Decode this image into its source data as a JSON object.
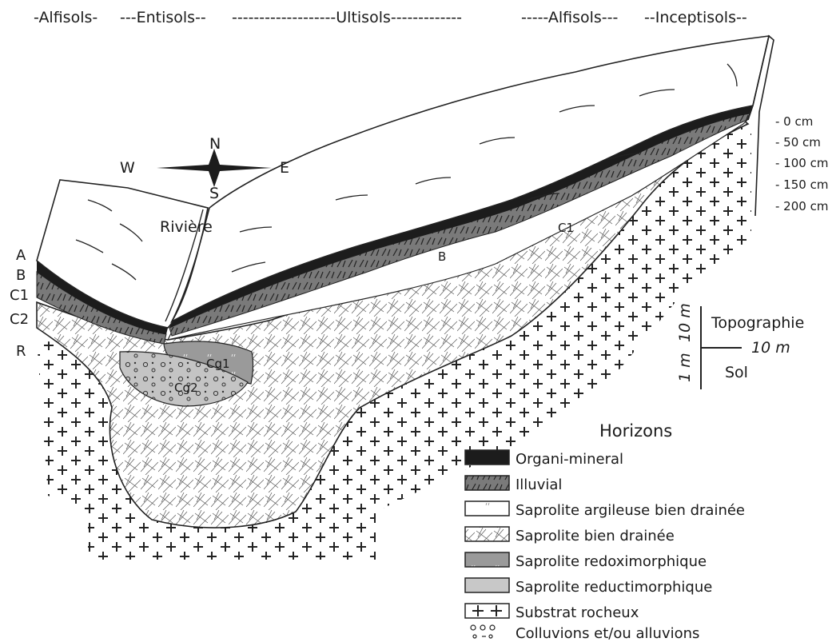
{
  "soil_orders": [
    {
      "id": "alfisols-w",
      "label": "-Alfisols-"
    },
    {
      "id": "entisols",
      "label": "---Entisols--"
    },
    {
      "id": "ultisols",
      "label": "-------------------Ultisols-------------"
    },
    {
      "id": "alfisols-e",
      "label": "-----Alfisols---"
    },
    {
      "id": "inceptisols",
      "label": "--Inceptisols--"
    }
  ],
  "compass": {
    "n": "N",
    "s": "S",
    "e": "E",
    "w": "W"
  },
  "river_label": "Rivière",
  "horizon_side_labels": [
    "A",
    "B",
    "C1",
    "C2",
    "R"
  ],
  "inline_labels": {
    "b": "B",
    "c1": "C1",
    "cg1": "Cg1",
    "cg2": "Cg2"
  },
  "depth_scale": [
    "- 0 cm",
    "- 50 cm",
    "- 100 cm",
    "- 150 cm",
    "- 200 cm"
  ],
  "scale_bar": {
    "vertical_top": "10 m",
    "vertical_bottom": "1 m",
    "horizontal": "10 m",
    "topography": "Topographie",
    "soil": "Sol"
  },
  "legend": {
    "title": "Horizons",
    "items": [
      {
        "label": "Organi-mineral",
        "swatch": "organic"
      },
      {
        "label": "Illuvial",
        "swatch": "illuvial"
      },
      {
        "label": "Saprolite argileuse bien drainée",
        "swatch": "argileuse"
      },
      {
        "label": "Saprolite bien drainée",
        "swatch": "drained"
      },
      {
        "label": "Saprolite redoximorphique",
        "swatch": "redox"
      },
      {
        "label": "Saprolite reductimorphique",
        "swatch": "reduct"
      },
      {
        "label": "Substrat rocheux",
        "swatch": "rock"
      },
      {
        "label": "Colluvions et/ou alluvions",
        "swatch": "colluvium"
      }
    ]
  },
  "colors": {
    "organic": "#1c1c1c",
    "illuvial": "#7a7a7a",
    "redox": "#8a8a8a",
    "reduct": "#c8c8c8",
    "line": "#222222"
  }
}
